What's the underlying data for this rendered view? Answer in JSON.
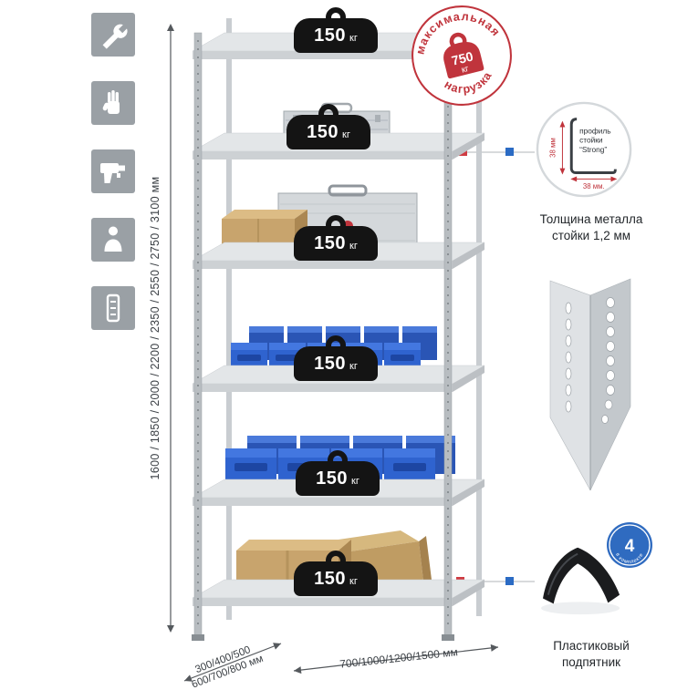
{
  "sidebar": {
    "icons": [
      {
        "id": "wrench-icon"
      },
      {
        "id": "gloves-icon"
      },
      {
        "id": "drill-icon"
      },
      {
        "id": "person-icon"
      },
      {
        "id": "levels-icon"
      }
    ]
  },
  "rack": {
    "shelf_count": 6,
    "shelf_load_value": "150",
    "shelf_load_unit": "кг"
  },
  "stamp": {
    "arc_top": "максимальная",
    "arc_bottom": "нагрузка",
    "value": "750",
    "unit": "кг"
  },
  "dimensions": {
    "height": "1600 / 1850 / 2000 / 2200 / 2350 / 2550 / 2750 / 3100 мм",
    "depth_line1": "300/400/500",
    "depth_line2": "600/700/800 мм",
    "width": "700/1000/1200/1500 мм"
  },
  "profile_detail": {
    "label_line1": "профиль",
    "label_line2": "стойки",
    "label_line3": "“Strong”",
    "dim_vertical": "38 мм",
    "dim_horizontal": "38 мм.",
    "caption_line1": "Толщина металла",
    "caption_line2": "стойки 1,2 мм"
  },
  "foot_detail": {
    "badge_value": "4",
    "badge_arc_text": "в комплекте",
    "caption_line1": "Пластиковый",
    "caption_line2": "подпятник"
  },
  "colors": {
    "accent_red": "#c0343c",
    "accent_blue": "#2b6bc4",
    "bin_blue": "#2f63cf",
    "cardboard": "#c8a46d",
    "metal": "#cdd1d4",
    "weight_black": "#141414",
    "tile_gray": "#9aa0a5"
  }
}
